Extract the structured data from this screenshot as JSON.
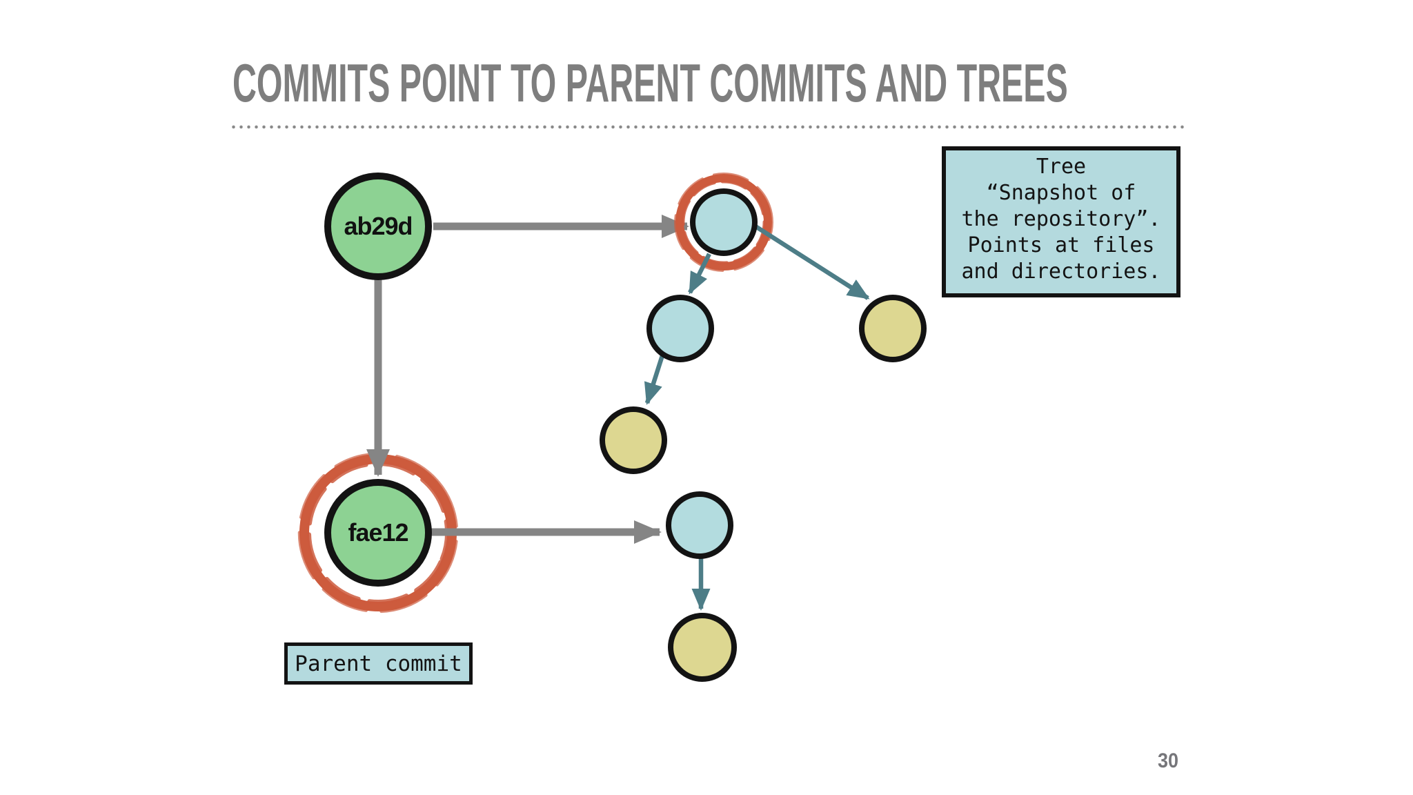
{
  "slide": {
    "title": "COMMITS POINT TO PARENT COMMITS AND TREES",
    "page_number": "30"
  },
  "nodes": {
    "commit_a": {
      "label": "ab29d",
      "type": "commit"
    },
    "commit_b": {
      "label": "fae12",
      "type": "commit"
    }
  },
  "notes": {
    "tree_note_text": "Tree\n“Snapshot of\nthe repository”.\nPoints at files\nand directories.",
    "parent_commit_label": "Parent commit"
  },
  "colors": {
    "commit_fill": "#8dd293",
    "tree_fill": "#b3dcdf",
    "blob_fill": "#ddd791",
    "node_stroke": "#131313",
    "highlight_ring": "#cd5b3d",
    "arrow_gray": "#858585",
    "arrow_teal": "#4d7d87",
    "callout_fill": "#b4dade",
    "title_color": "#7e7e7e"
  }
}
